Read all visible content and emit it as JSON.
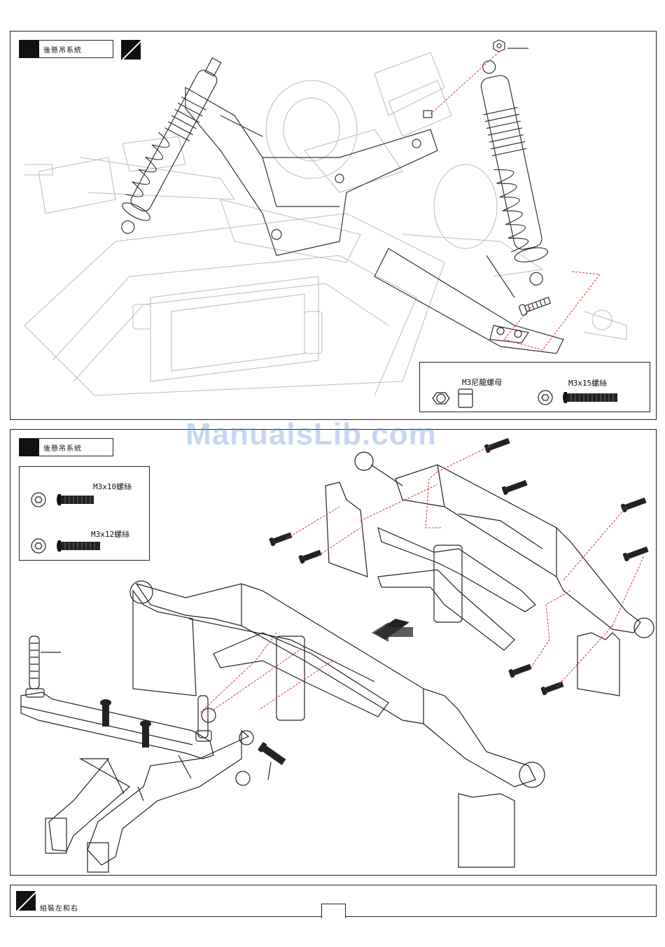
{
  "watermark": "ManualsLib.com",
  "step1": {
    "title": "後懸吊系統",
    "hardware": {
      "nut_label": "M3尼龍螺母",
      "screw_label": "M3x15螺絲"
    }
  },
  "step2": {
    "title": "後懸吊系統",
    "hardware": {
      "screw_a_label": "M3x10螺絲",
      "screw_b_label": "M3x12螺絲"
    }
  },
  "footer": {
    "note": "組裝左和右"
  },
  "colors": {
    "line": "#222222",
    "guide": "#e03030",
    "fill_dark": "#111111"
  }
}
